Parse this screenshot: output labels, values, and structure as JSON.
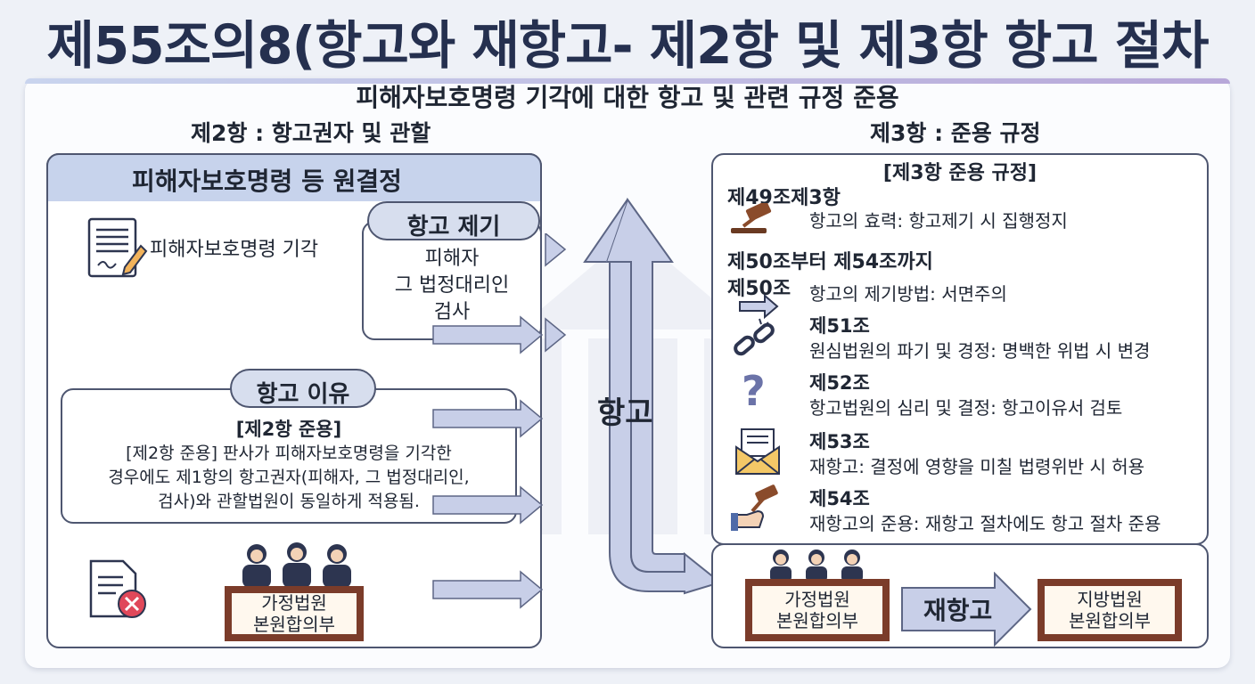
{
  "title": "제55조의8(항고와 재항고- 제2항 및 제3항 항고 절차",
  "subtitle": "피해자보호명령 기각에 대한 항고 및 관련 규정 준용",
  "left": {
    "section_title": "제2항 : 항고권자 및 관할",
    "header": "피해자보호명령 등 원결정",
    "dismissal_label": "피해자보호명령 기각",
    "appeal_filing": {
      "title": "항고 제기",
      "lines": [
        "피해자",
        "그 법정대리인",
        "검사"
      ]
    },
    "appeal_reason": {
      "title": "항고 이유",
      "heading": "[제2항 준용]",
      "lines": [
        "[제2항 준용] 판사가 피해자보호명령을 기각한",
        "경우에도 제1항의 항고권자(피해자, 그 법정대리인,",
        "검사)와 관할법원이 동일하게 적용됨."
      ]
    },
    "court": [
      "가정법원",
      "본원합의부"
    ]
  },
  "center": {
    "appeal_label": "항고"
  },
  "right": {
    "section_title": "제3항 : 준용 규정",
    "box_title": "[제3항 준용 규정]",
    "art49": {
      "title": "제49조제3항",
      "desc": "항고의 효력: 항고제기 시 집행정지"
    },
    "range_title": "제50조부터 제54조까지",
    "articles": [
      {
        "num": "제50조",
        "desc": "항고의 제기방법: 서면주의",
        "icon": "arrow-icon"
      },
      {
        "num": "제51조",
        "desc": "원심법원의 파기 및 경정: 명백한 위법 시 변경",
        "icon": "broken-chain-icon"
      },
      {
        "num": "제52조",
        "desc": "항고법원의 심리 및 결정: 항고이유서 검토",
        "icon": "question-icon"
      },
      {
        "num": "제53조",
        "desc": "재항고: 결정에 영향을 미칠 법령위반 시 허용",
        "icon": "envelope-icon"
      },
      {
        "num": "제54조",
        "desc": "재항고의 준용: 재항고 절차에도 항고 절차 준용",
        "icon": "gavel-hand-icon"
      }
    ],
    "court_from": [
      "가정법원",
      "본원합의부"
    ],
    "reappeal_label": "재항고",
    "court_to": [
      "지방법원",
      "본원합의부"
    ]
  },
  "colors": {
    "accent": "#25304f",
    "arrow": "#c8cfe8",
    "pill": "#d7deee",
    "header": "#c7d3ec",
    "bench": "#7b3c2a"
  }
}
